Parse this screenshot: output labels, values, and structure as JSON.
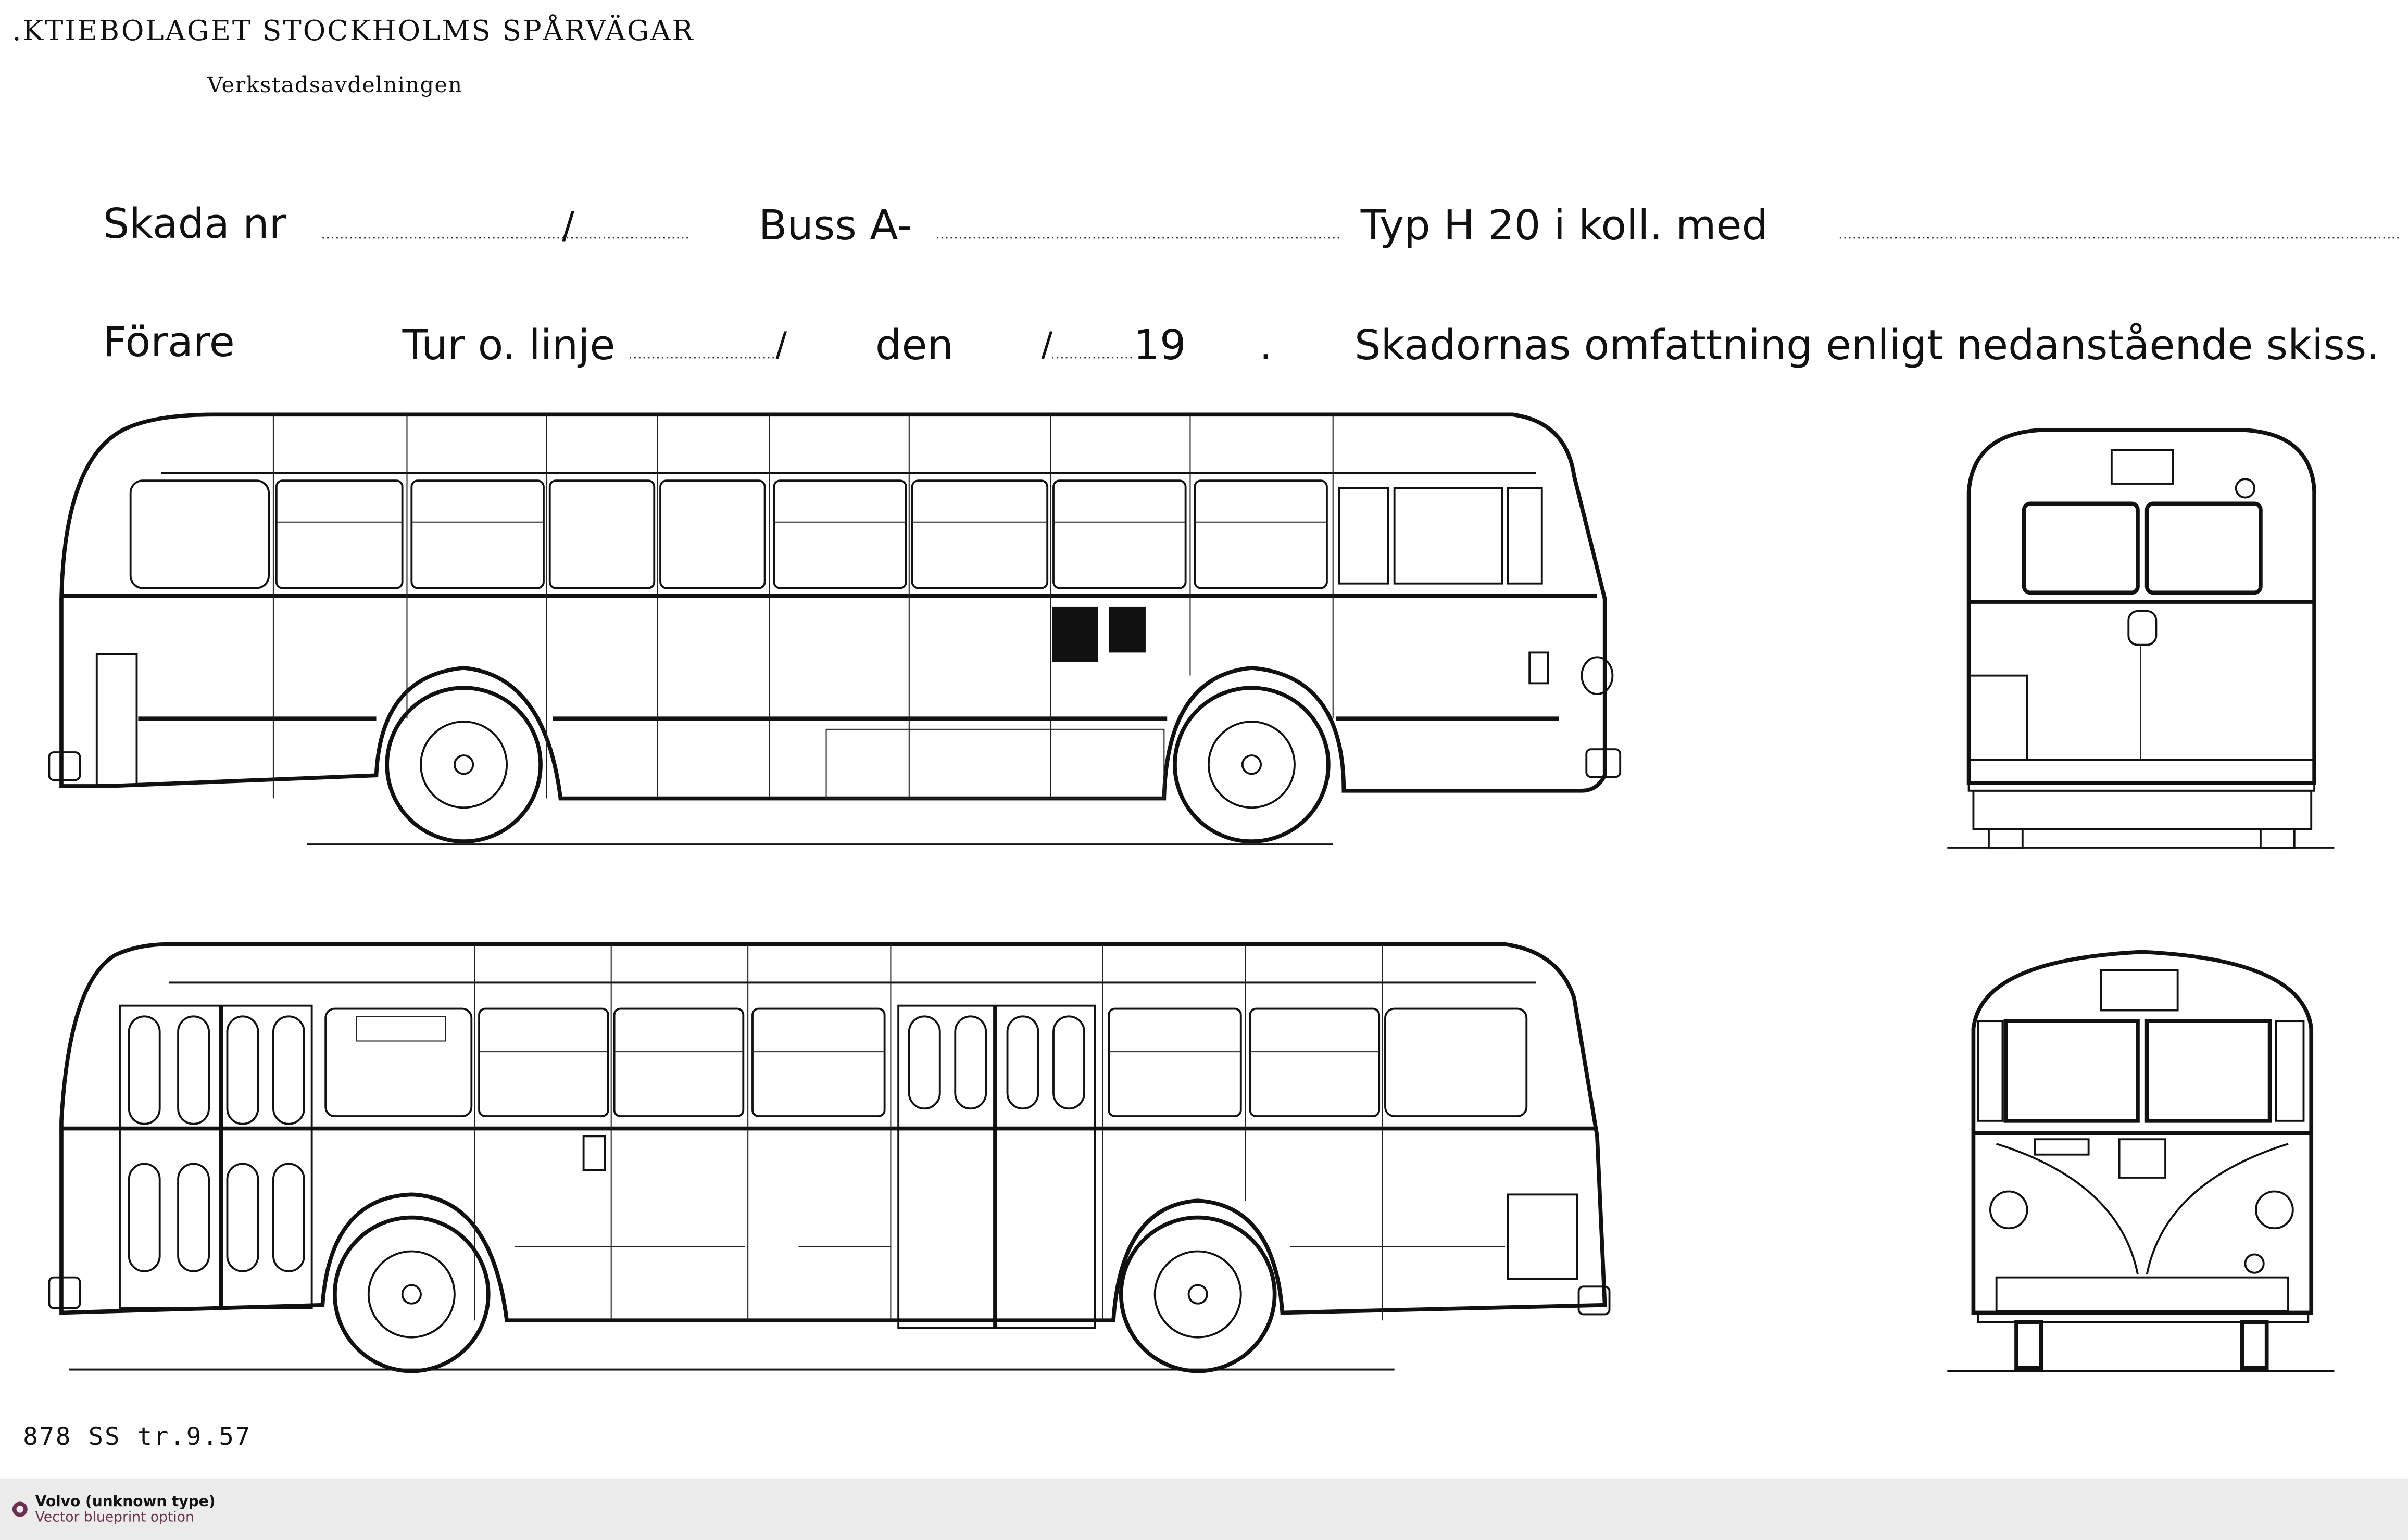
{
  "header": {
    "company": ".KTIEBOLAGET STOCKHOLMS SPÅRVÄGAR",
    "department": "Verkstadsavdelningen"
  },
  "form": {
    "damage_no_label": "Skada nr",
    "damage_slash": "/",
    "bus_label": "Buss A-",
    "type_label": "Typ H 20 i koll. med",
    "driver_label": "Förare",
    "route_label": "Tur o. linje",
    "route_slash": "/",
    "date_label": "den",
    "date_slash": "/",
    "year_prefix": "19",
    "period": ".",
    "extent_label": "Skadornas omfattning enligt nedanstående skiss."
  },
  "footer_code": "878 SS tr.9.57",
  "caption": {
    "title": "Volvo (unknown type)",
    "subtitle": "Vector blueprint option",
    "icon": "circle-ring-icon",
    "accent_color": "#6b3050",
    "bar_color": "#ebebeb"
  }
}
